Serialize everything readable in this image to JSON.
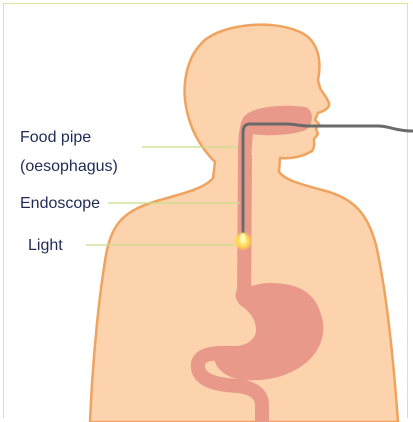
{
  "labels": {
    "food_pipe": "Food pipe",
    "food_pipe_alt": "(oesophagus)",
    "endoscope": "Endoscope",
    "light": "Light"
  },
  "colors": {
    "body_fill": "#fcd3ad",
    "body_outline": "#f0a35e",
    "organ_fill": "#e8998a",
    "endoscope": "#6a6a6a",
    "leader_line": "#c7df8a",
    "label_text": "#1f2a55",
    "light_glow": "#ffd84d"
  }
}
